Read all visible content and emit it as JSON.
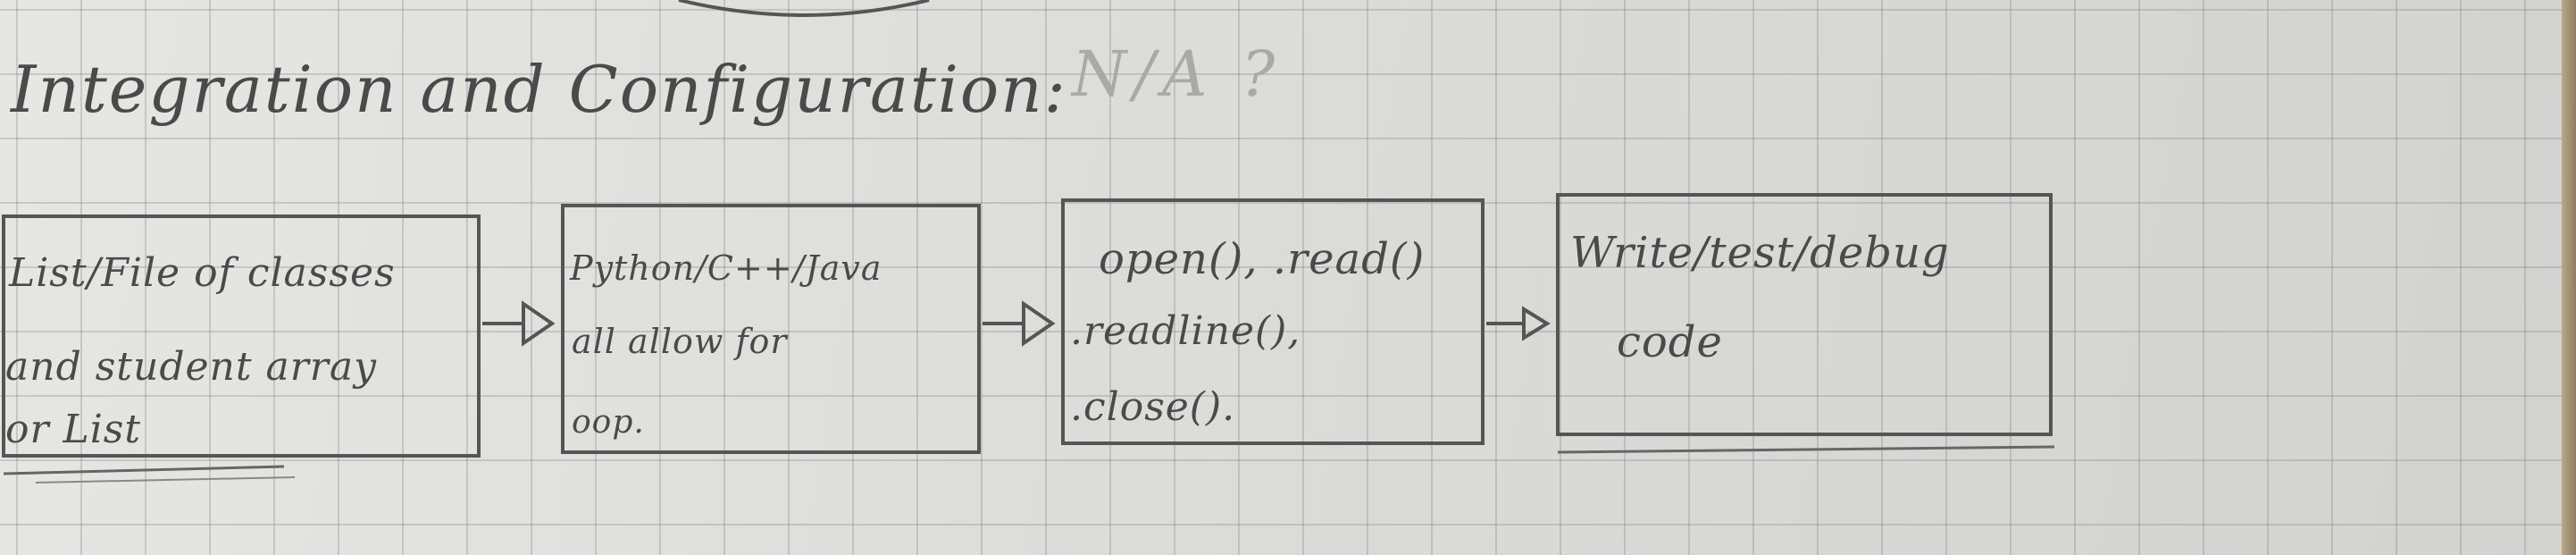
{
  "page": {
    "title": "Integration and Configuration:",
    "title_note": "N/A ?"
  },
  "boxes": [
    {
      "lines": [
        "List/File of classes",
        "and student array",
        "or List"
      ]
    },
    {
      "lines": [
        "Python/C++/Java",
        "all allow for",
        "oop."
      ]
    },
    {
      "lines": [
        "open(), .read()",
        ".readline(),",
        ".close()."
      ]
    },
    {
      "lines": [
        "Write/test/debug",
        "code"
      ]
    }
  ],
  "colors": {
    "paper": "#dcdcd9",
    "grid": "#8f8f8f",
    "pencil": "#4a4a4a"
  }
}
